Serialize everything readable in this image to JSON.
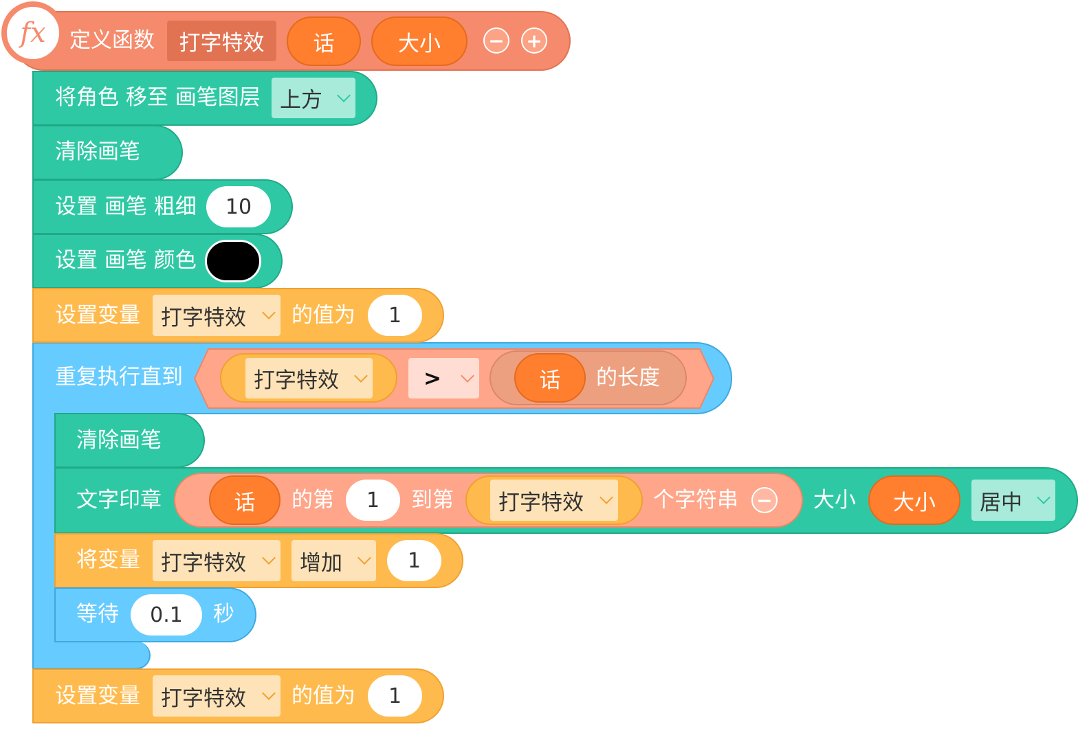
{
  "colors": {
    "function_define": "#F58B6C",
    "function_param": "#FF7F2E",
    "pen": "#2EC9A4",
    "variable": "#FFBA4D",
    "control": "#66CCFF",
    "operator": "#FFA58A",
    "pen_color_value": "#000000"
  },
  "function_block": {
    "icon": "fx-icon",
    "icon_text": "fx",
    "label": "定义函数",
    "name": "打字特效",
    "params": [
      "话",
      "大小"
    ],
    "remove_symbol": "−",
    "add_symbol": "+"
  },
  "blocks": {
    "move_layer": {
      "label": "将角色 移至 画笔图层",
      "option": "上方"
    },
    "clear_pen_1": {
      "label": "清除画笔"
    },
    "set_pen_size": {
      "label": "设置 画笔 粗细",
      "value": "10"
    },
    "set_pen_color": {
      "label": "设置 画笔 颜色"
    },
    "set_var_1": {
      "label": "设置变量",
      "var": "打字特效",
      "mid": "的值为",
      "value": "1"
    },
    "repeat_until": {
      "label": "重复执行直到",
      "left_var": "打字特效",
      "operator": ">",
      "length_param": "话",
      "length_label": "的长度"
    },
    "clear_pen_2": {
      "label": "清除画笔"
    },
    "stamp_text": {
      "label": "文字印章",
      "param": "话",
      "from_label": "的第",
      "from_value": "1",
      "to_label": "到第",
      "to_var": "打字特效",
      "substring_label": "个字符串",
      "remove_symbol": "−",
      "size_label": "大小",
      "size_param": "大小",
      "align": "居中"
    },
    "change_var": {
      "label": "将变量",
      "var": "打字特效",
      "op": "增加",
      "value": "1"
    },
    "wait": {
      "label": "等待",
      "value": "0.1",
      "unit": "秒"
    },
    "set_var_2": {
      "label": "设置变量",
      "var": "打字特效",
      "mid": "的值为",
      "value": "1"
    }
  }
}
